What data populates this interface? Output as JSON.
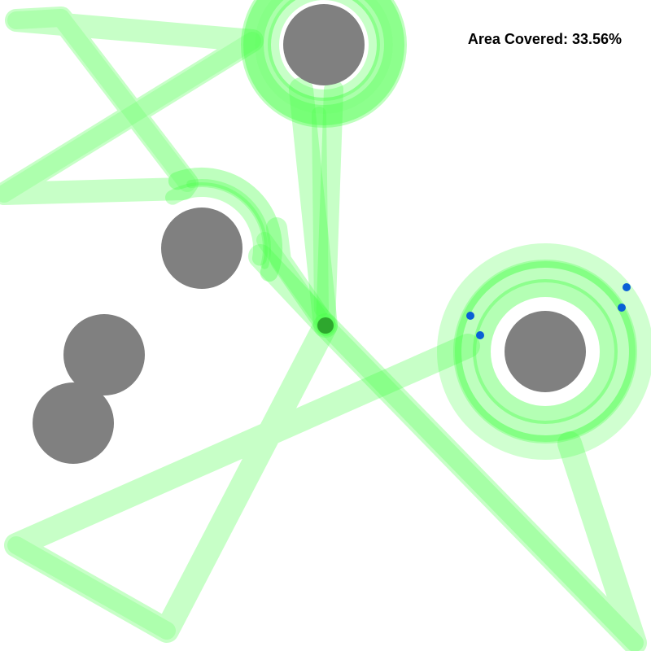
{
  "hud": {
    "area_covered_text": "Area Covered: 33.56%",
    "area_covered_percent": 33.56
  },
  "colors": {
    "background": "#ffffff",
    "trail": "#44ff44",
    "obstacle": "#808080",
    "agent": "#2a9d2a",
    "target": "#0a5fd6"
  },
  "icons": {
    "obstacle": "grey-disc",
    "agent": "green-dot",
    "target": "blue-dot"
  }
}
